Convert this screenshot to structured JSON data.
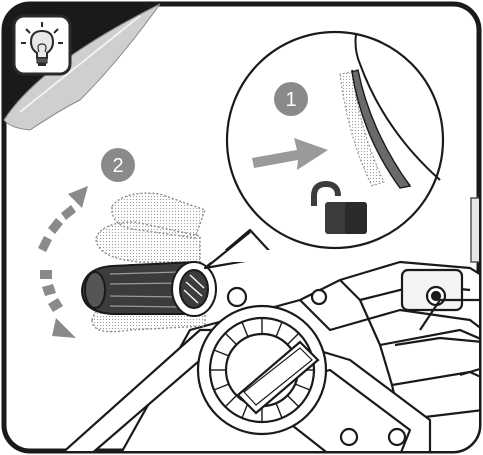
{
  "steps": [
    {
      "number": "1",
      "label": "unlock"
    },
    {
      "number": "2",
      "label": "rotate"
    }
  ],
  "icons": {
    "tip": "lightbulb-icon",
    "lock": "padlock-unlocked-icon",
    "push": "arrow-right-icon",
    "rotate": "rotation-arrows-icon"
  },
  "colors": {
    "frame": "#1a1a1a",
    "badge": "#8a8a8a",
    "arrow": "#9a9a9a",
    "ghost": "#d6d6d6",
    "handle": "#3c3c3c"
  }
}
